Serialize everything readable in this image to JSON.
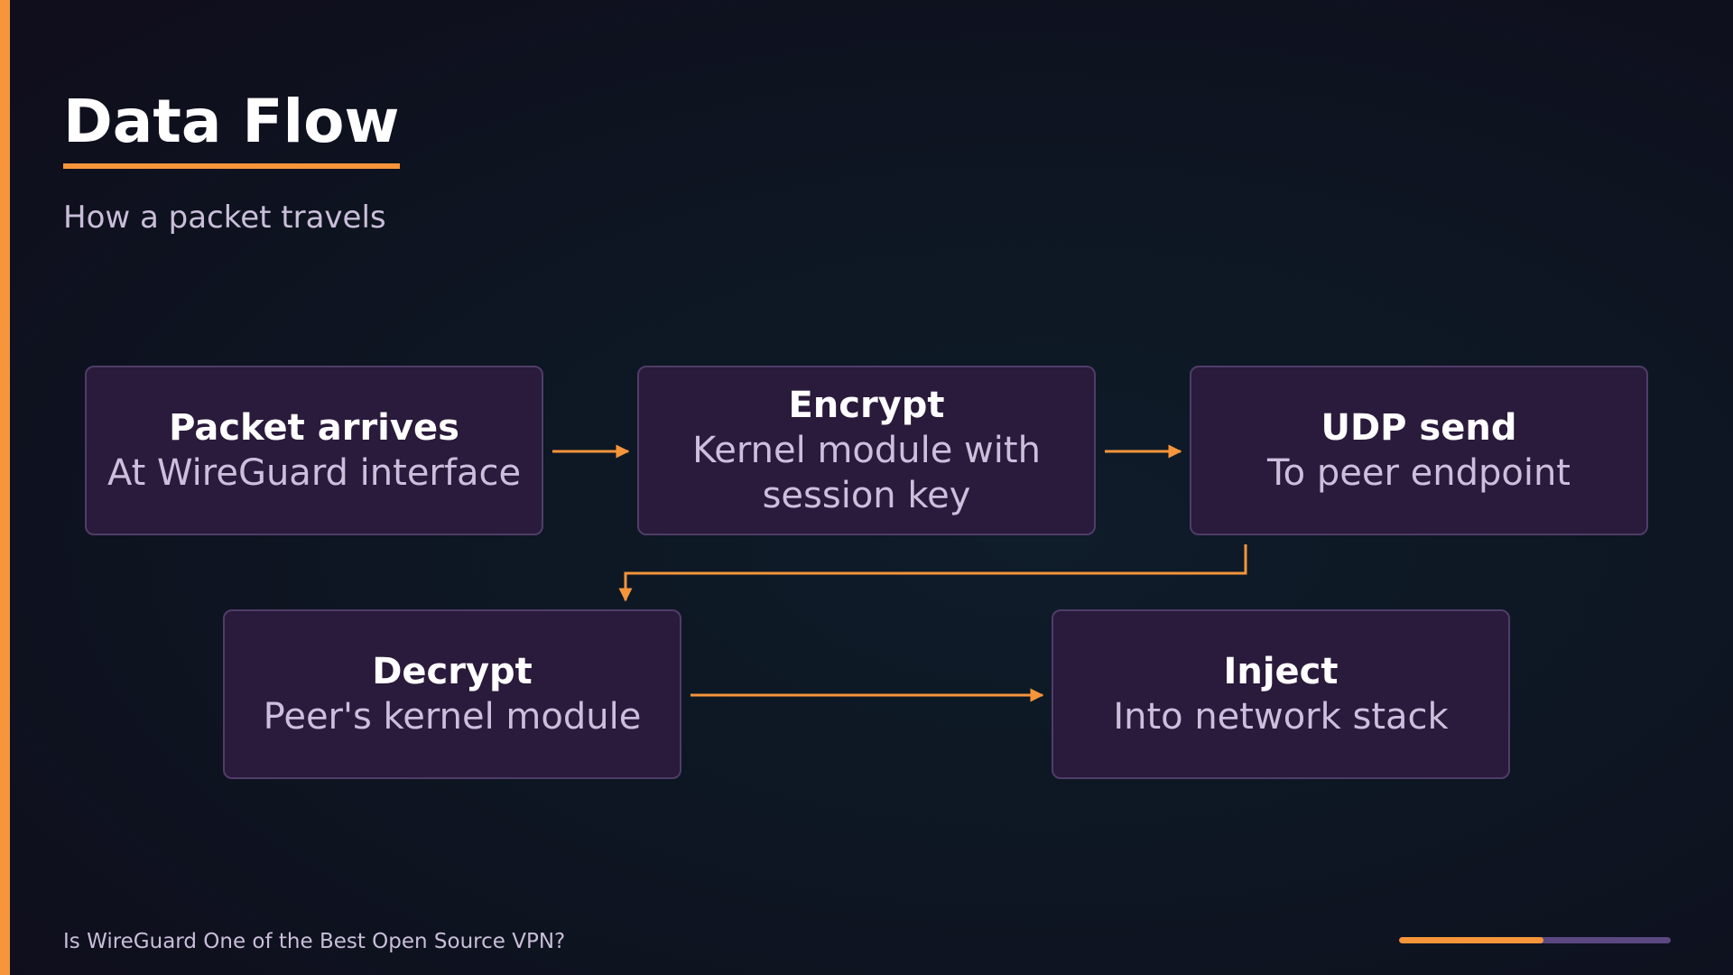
{
  "slide": {
    "title": "Data Flow",
    "subtitle": "How a packet travels",
    "footer": "Is WireGuard One of the Best Open Source VPN?",
    "progress": 0.53
  },
  "colors": {
    "accent": "#f7953b",
    "background": "#0d1622",
    "box_fill": "#2a1a3b",
    "box_border": "#4f3d68",
    "muted_text": "#c9bed9",
    "progress_track": "#5a4880"
  },
  "flow": {
    "steps": [
      {
        "title": "Packet arrives",
        "desc": "At WireGuard interface"
      },
      {
        "title": "Encrypt",
        "desc": "Kernel module with session key"
      },
      {
        "title": "UDP send",
        "desc": "To peer endpoint"
      },
      {
        "title": "Decrypt",
        "desc": "Peer's kernel module"
      },
      {
        "title": "Inject",
        "desc": "Into network stack"
      }
    ]
  }
}
